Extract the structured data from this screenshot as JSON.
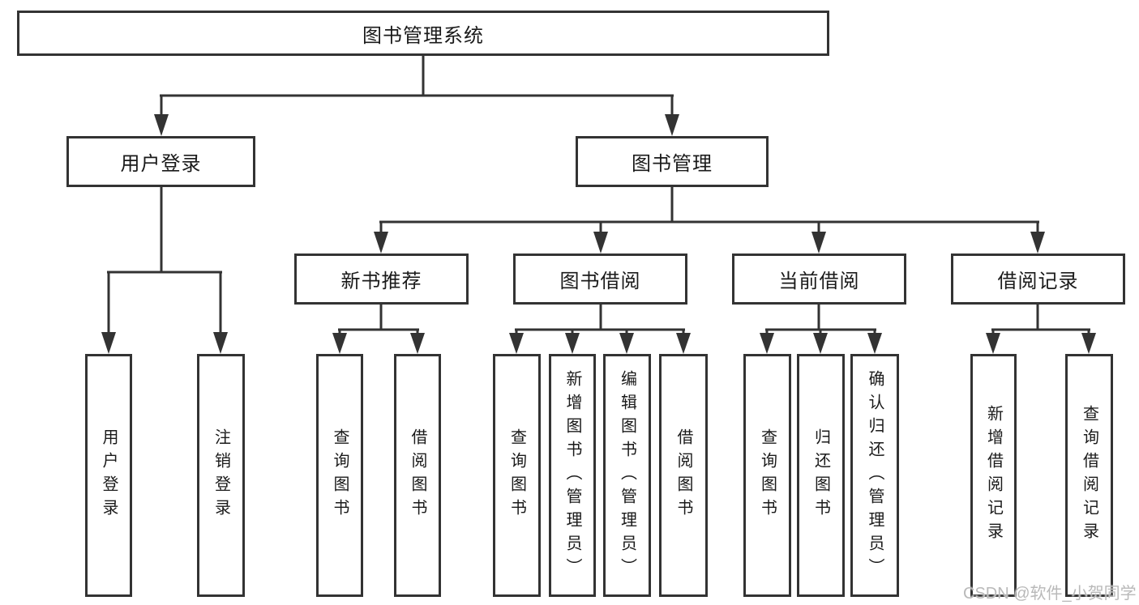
{
  "diagram_title": "图书管理系统",
  "colors": {
    "line": "#333333",
    "box_border": "#333333",
    "text": "#1a1a1a",
    "background": "#ffffff",
    "watermark": "#b9b9b9"
  },
  "nodes": {
    "root": {
      "label": "图书管理系统"
    },
    "user_login": {
      "label": "用户登录"
    },
    "book_mgmt": {
      "label": "图书管理"
    },
    "new_books": {
      "label": "新书推荐"
    },
    "book_borrow": {
      "label": "图书借阅"
    },
    "current_borrow": {
      "label": "当前借阅"
    },
    "borrow_records": {
      "label": "借阅记录"
    },
    "leaves": [
      {
        "label": "用户登录",
        "parent": "用户登录"
      },
      {
        "label": "注销登录",
        "parent": "用户登录"
      },
      {
        "label": "查询图书",
        "parent": "新书推荐"
      },
      {
        "label": "借阅图书",
        "parent": "新书推荐"
      },
      {
        "label": "查询图书",
        "parent": "图书借阅"
      },
      {
        "label": "新增图书（管理员）",
        "parent": "图书借阅"
      },
      {
        "label": "编辑图书（管理员）",
        "parent": "图书借阅"
      },
      {
        "label": "借阅图书",
        "parent": "图书借阅"
      },
      {
        "label": "查询图书",
        "parent": "当前借阅"
      },
      {
        "label": "归还图书",
        "parent": "当前借阅"
      },
      {
        "label": "确认归还（管理员）",
        "parent": "当前借阅"
      },
      {
        "label": "新增借阅记录",
        "parent": "借阅记录"
      },
      {
        "label": "查询借阅记录",
        "parent": "借阅记录"
      }
    ]
  },
  "watermark": {
    "text": "CSDN @软件_小贺同学"
  }
}
